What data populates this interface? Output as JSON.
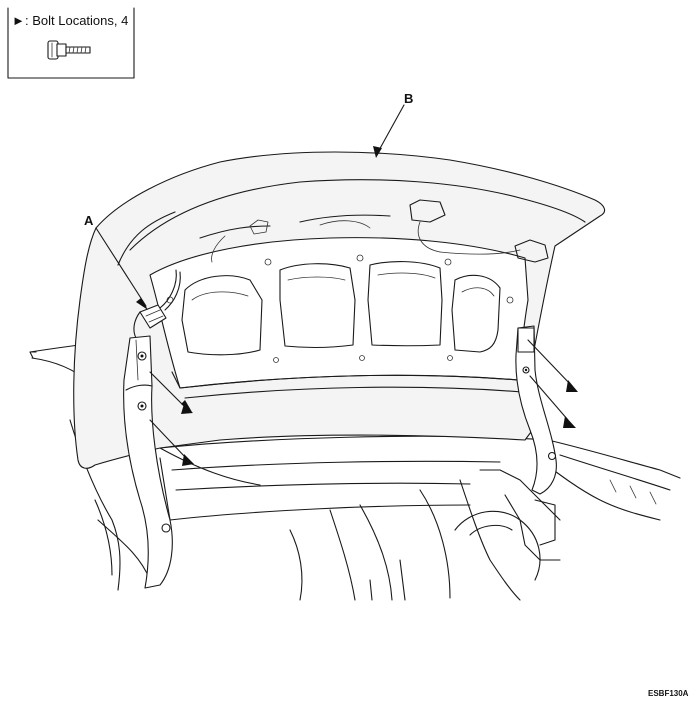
{
  "legend": {
    "marker_symbol": "►",
    "text": ": Bolt Locations, 4",
    "icon": "bolt-icon"
  },
  "callouts": {
    "a": "A",
    "b": "B"
  },
  "figure_code": "ESBF130A",
  "bolt_count": 4,
  "colors": {
    "line": "#1a1a1a",
    "background": "#ffffff"
  }
}
